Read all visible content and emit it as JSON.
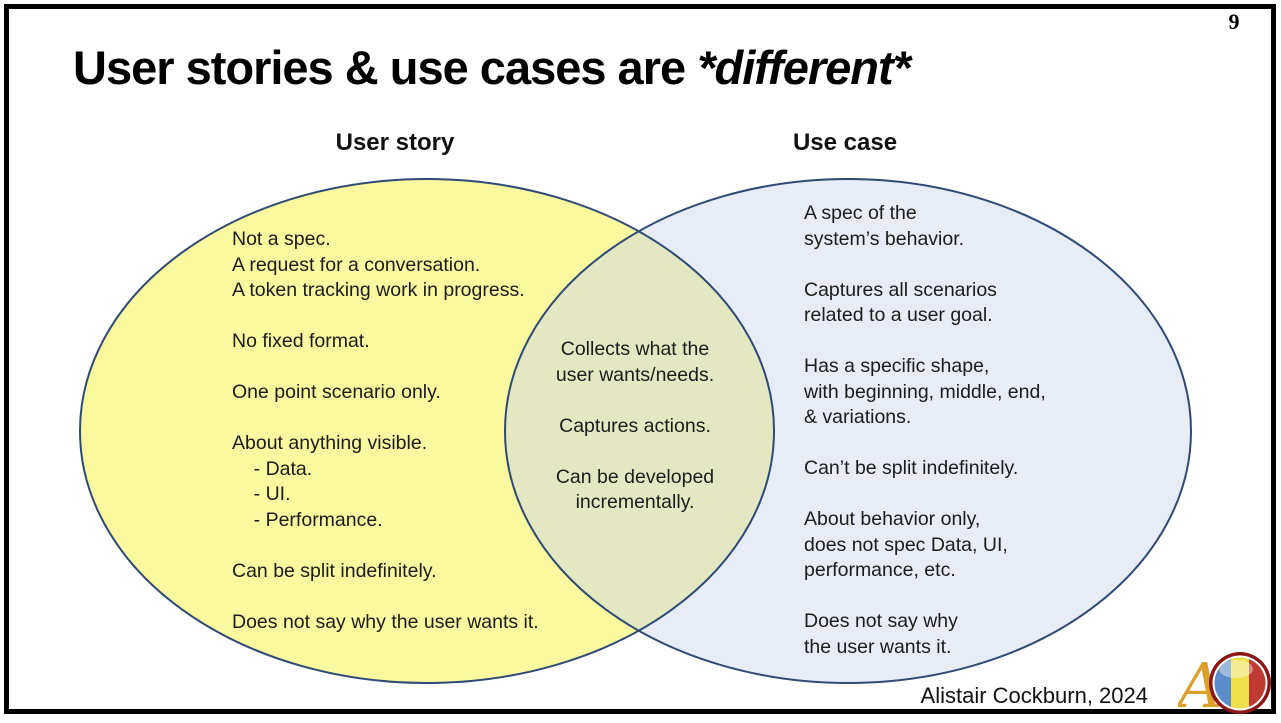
{
  "page_number": "9",
  "slide": {
    "title_prefix": "User stories & use cases are ",
    "title_emphasis": "*different*"
  },
  "venn": {
    "left": {
      "heading": "User story",
      "paragraphs": [
        "Not a spec.\nA request for a conversation.\nA token tracking work in progress.",
        "No fixed format.",
        "One point scenario only.",
        "About anything visible.\n    - Data.\n    - UI.\n    - Performance.",
        "Can be split indefinitely.",
        "Does not say why the user wants it."
      ]
    },
    "middle": {
      "paragraphs": [
        "Collects what the\nuser wants/needs.",
        "Captures actions.",
        "Can be developed\nincrementally."
      ]
    },
    "right": {
      "heading": "Use case",
      "paragraphs": [
        "A spec of the\nsystem’s behavior.",
        "Captures all scenarios\nrelated to a user goal.",
        "Has a specific shape,\nwith beginning, middle, end,\n& variations.",
        "Can’t be split indefinitely.",
        "About behavior only,\ndoes not spec Data, UI,\nperformance, etc.",
        "Does not say why\nthe user wants it."
      ]
    },
    "colors": {
      "left_fill": "#FBF99F",
      "right_fill": "#E8ECF6",
      "overlap_fill": "#E4E8C2",
      "stroke": "#2F4A75"
    }
  },
  "footer": {
    "attribution": "Alistair Cockburn, 2024",
    "logo": "alistair-cockburn-logo"
  }
}
